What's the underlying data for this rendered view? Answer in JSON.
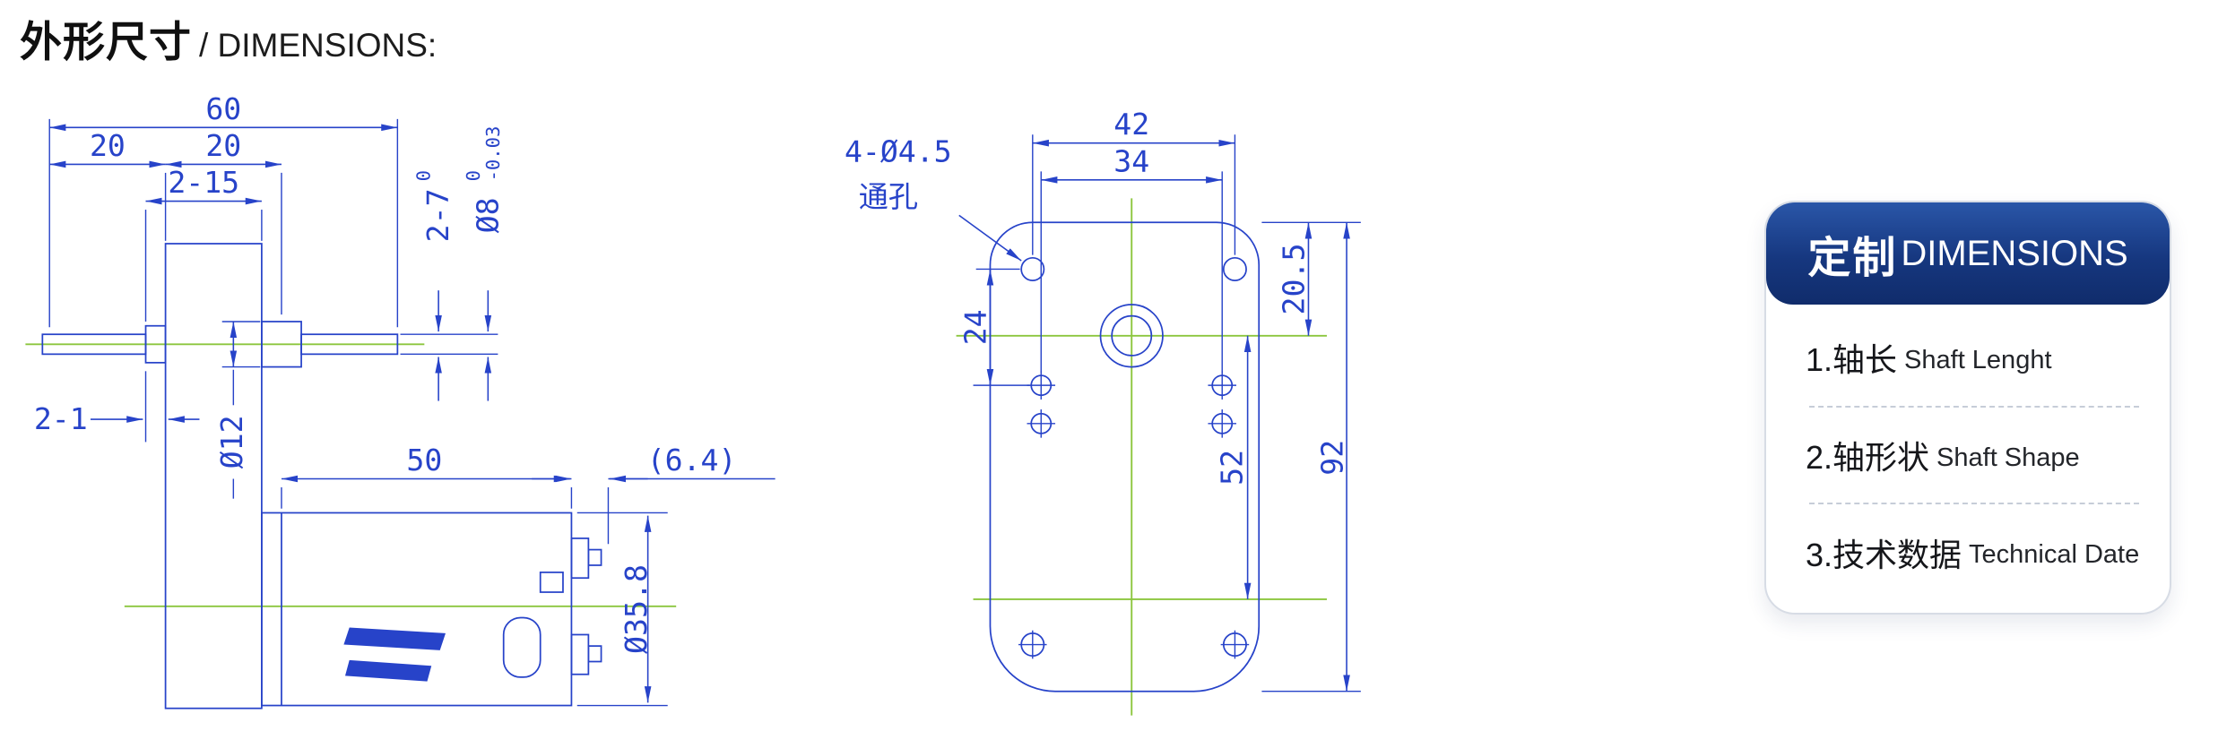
{
  "title": {
    "zh": "外形尺寸",
    "en": "/ DIMENSIONS:"
  },
  "side_view": {
    "dim_60": "60",
    "dim_20_left": "20",
    "dim_20_right": "20",
    "dim_2_15": "2-15",
    "dim_2_7": "2-7",
    "dim_2_7_sup": "0",
    "dim_d8": "Ø8",
    "dim_d8_tol_upper": "0",
    "dim_d8_tol_lower": "-0.03",
    "dim_2_1": "2-1",
    "dim_d12": "Ø12",
    "dim_50": "50",
    "dim_6_4": "(6.4)",
    "dim_d35_8": "Ø35.8"
  },
  "front_view": {
    "dim_42": "42",
    "dim_34": "34",
    "note_line1": "4-Ø4.5",
    "note_line2": "通孔",
    "dim_24": "24",
    "dim_20_5": "20.5",
    "dim_52": "52",
    "dim_92": "92"
  },
  "card": {
    "header_zh": "定制",
    "header_en": "DIMENSIONS",
    "items": [
      {
        "zh": "1.轴长",
        "en": "Shaft Lenght"
      },
      {
        "zh": "2.轴形状",
        "en": "Shaft Shape"
      },
      {
        "zh": "3.技术数据",
        "en": "Technical Date"
      }
    ]
  },
  "colors": {
    "line_blue": "#2743c9",
    "centerline_green": "#8cc63e",
    "header_blue": "#16377f",
    "card_border": "#d7dce5"
  }
}
